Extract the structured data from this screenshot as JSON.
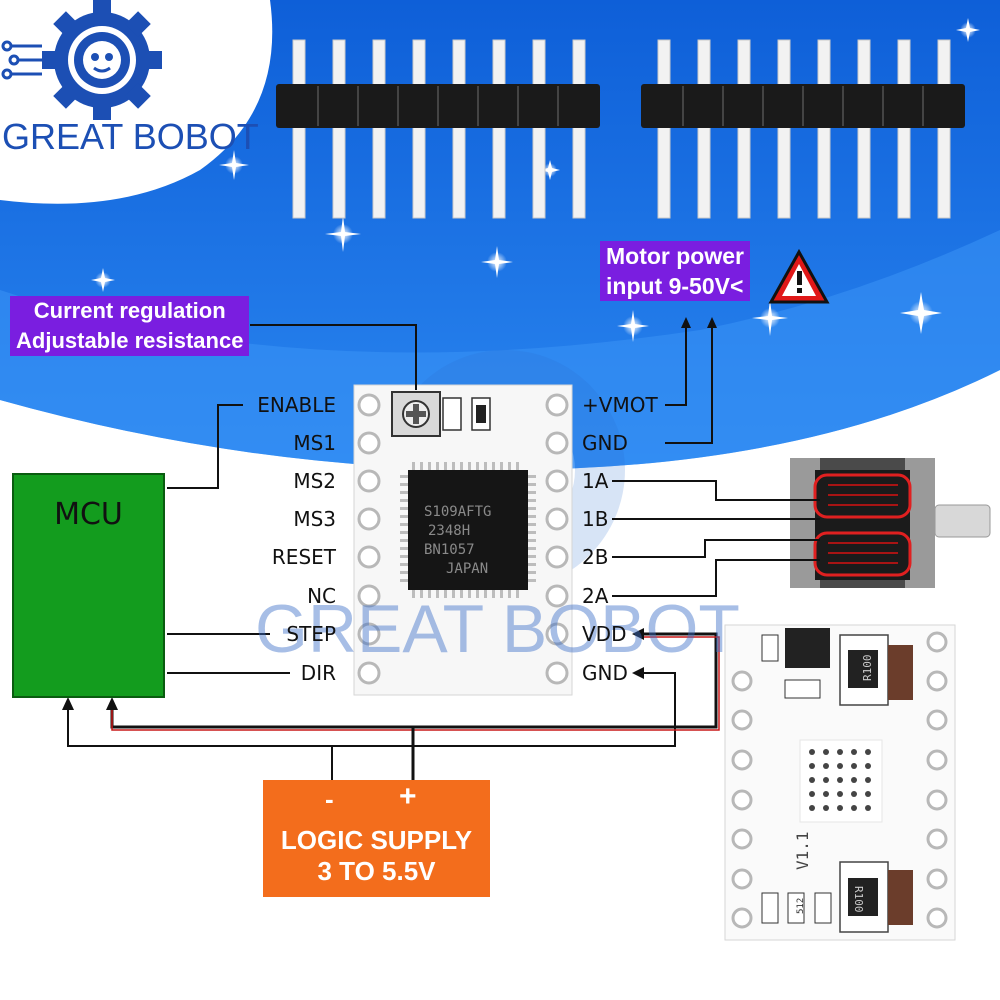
{
  "brand": {
    "name": "GREAT BOBOT",
    "watermark": "GREAT BOBOT"
  },
  "callouts": {
    "current_regulation": [
      "Current regulation",
      "Adjustable resistance"
    ],
    "motor_power": [
      "Motor power",
      "input 9-50V<"
    ]
  },
  "mcu": {
    "label": "MCU"
  },
  "logic_supply": {
    "minus": "-",
    "plus": "+",
    "line1": "LOGIC SUPPLY",
    "line2": "3 TO 5.5V"
  },
  "pins": {
    "left": [
      "ENABLE",
      "MS1",
      "MS2",
      "MS3",
      "RESET",
      "NC",
      "STEP",
      "DIR"
    ],
    "right": [
      "+VMOT",
      "GND",
      "1A",
      "1B",
      "2B",
      "2A",
      "VDD",
      "GND"
    ]
  },
  "chip": {
    "lines": [
      "S109AFTG",
      "2348H",
      "BN1057",
      "JAPAN"
    ]
  },
  "board_back": {
    "resistor_label": "R100",
    "version": "V1.1",
    "cap_label": "512"
  },
  "colors": {
    "sky_blue": "#1f6fe0",
    "purple": "#7a1ee0",
    "mcu_green": "#139c1e",
    "supply_orange": "#f36d1c",
    "wire": "#111111",
    "wire_red": "#c81818"
  }
}
